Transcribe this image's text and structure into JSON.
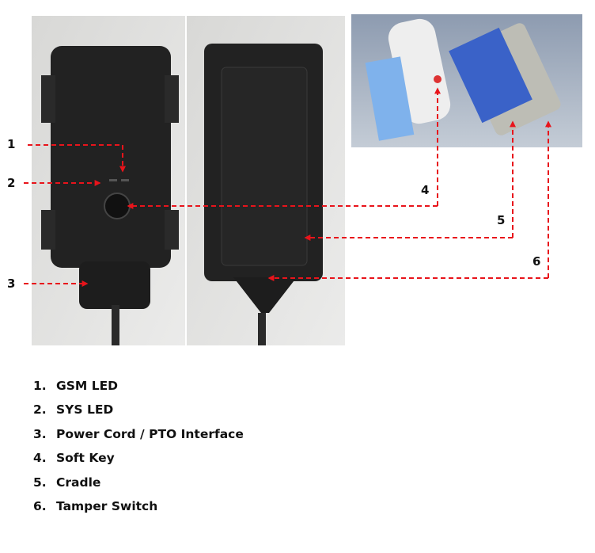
{
  "callouts": [
    "1",
    "2",
    "3",
    "4",
    "5",
    "6"
  ],
  "legend": [
    {
      "num": "1.",
      "label": "GSM LED"
    },
    {
      "num": "2.",
      "label": "SYS LED"
    },
    {
      "num": "3.",
      "label": "Power Cord / PTO Interface"
    },
    {
      "num": "4.",
      "label": "Soft Key"
    },
    {
      "num": "5.",
      "label": "Cradle"
    },
    {
      "num": "6.",
      "label": "Tamper Switch"
    }
  ],
  "colors": {
    "arrow": "#e8141b",
    "cradle": "#3a62c8",
    "device": "#222222"
  }
}
